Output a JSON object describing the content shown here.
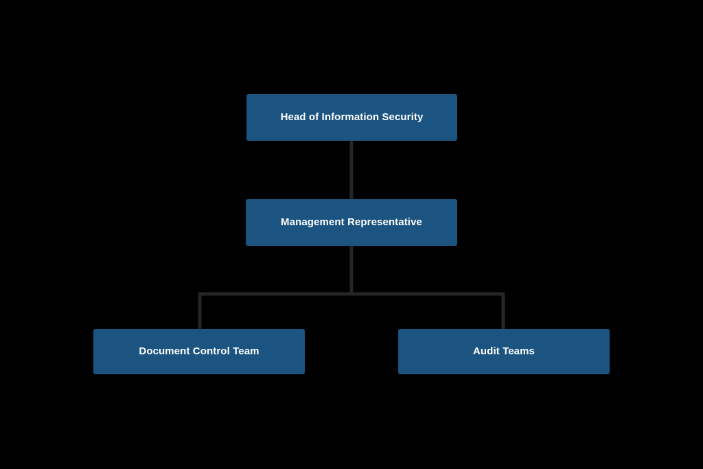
{
  "diagram": {
    "type": "organizational-chart",
    "orientation": "top-down",
    "background_color": "#000000",
    "node_fill_color": "#1b5480",
    "node_text_color": "#ffffff",
    "connector_color": "#262626",
    "levels": 3,
    "nodes": [
      {
        "id": "head-of-information-security",
        "label": "Head of Information Security",
        "level": 1,
        "parent": null
      },
      {
        "id": "management-representative",
        "label": "Management Representative",
        "level": 2,
        "parent": "head-of-information-security"
      },
      {
        "id": "document-control-team",
        "label": "Document Control Team",
        "level": 3,
        "parent": "management-representative"
      },
      {
        "id": "audit-teams",
        "label": "Audit Teams",
        "level": 3,
        "parent": "management-representative"
      }
    ],
    "edges": [
      {
        "from": "head-of-information-security",
        "to": "management-representative"
      },
      {
        "from": "management-representative",
        "to": "document-control-team"
      },
      {
        "from": "management-representative",
        "to": "audit-teams"
      }
    ]
  }
}
